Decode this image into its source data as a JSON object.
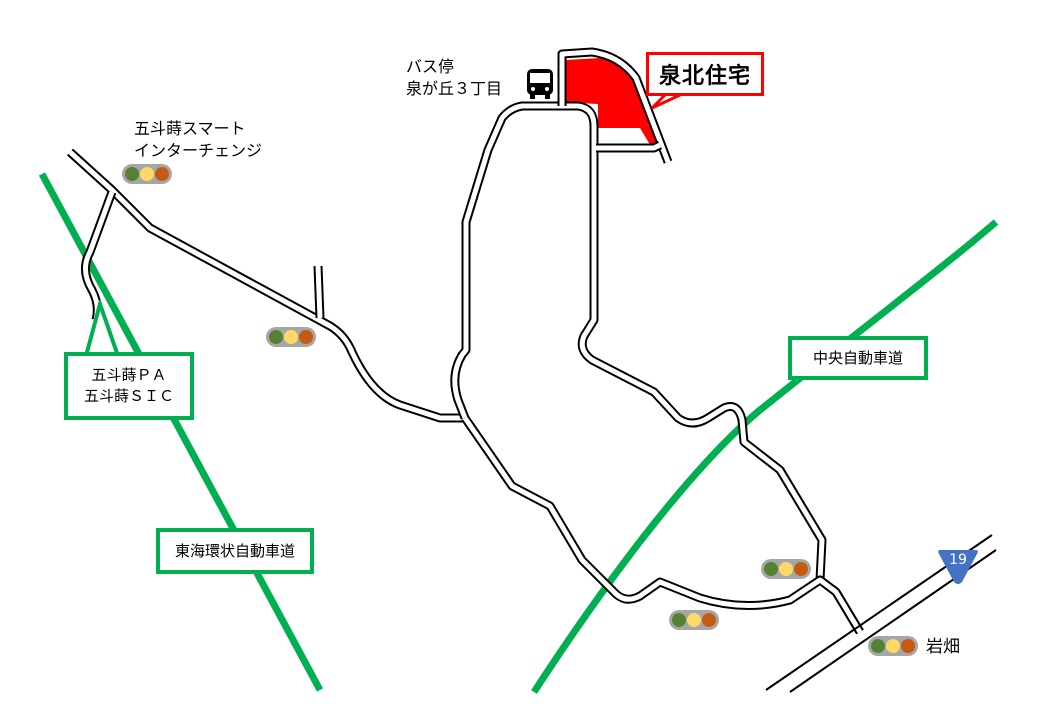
{
  "map": {
    "destination": {
      "label": "泉北住宅",
      "fill_color": "#ff0000",
      "border_color": "#ff0000"
    },
    "bus_stop": {
      "icon": "bus-icon",
      "lines": [
        "バス停",
        "泉が丘３丁目"
      ]
    },
    "places": {
      "smart_ic": {
        "lines": [
          "五斗蒔スマート",
          "インターチェンジ"
        ]
      },
      "iwahata": {
        "label": "岩畑"
      }
    },
    "expressways": {
      "color": "#00b050",
      "tokai_kanjo": {
        "label": "東海環状自動車道"
      },
      "chuo": {
        "label": "中央自動車道"
      },
      "gotomaki_pa": {
        "lines": [
          "五斗蒔ＰＡ",
          "五斗蒔ＳＩＣ"
        ]
      }
    },
    "route_shield": {
      "number": "19",
      "color": "#4472c4"
    },
    "traffic_signal": {
      "icon": "traffic-signal-icon",
      "colors": {
        "housing": "#a6a6a6",
        "green": "#548235",
        "yellow": "#ffd966",
        "red": "#c55a11"
      },
      "count": 5
    }
  }
}
